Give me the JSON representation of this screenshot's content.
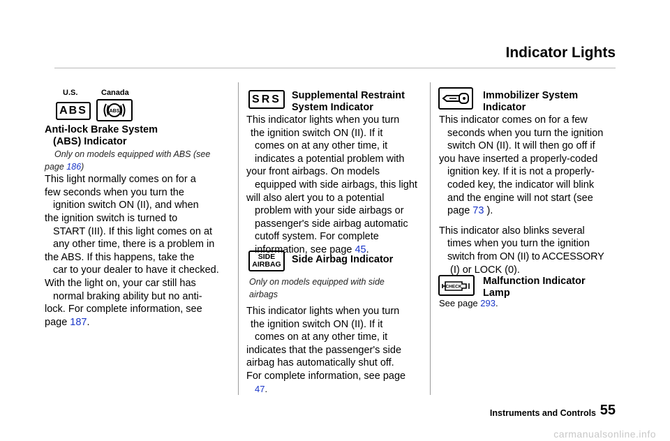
{
  "header": {
    "title": "Indicator Lights"
  },
  "abs_section": {
    "label_us": "U.S.",
    "label_canada": "Canada",
    "icon_text": "ABS",
    "canada_icon_text": "ABS",
    "title_line1": "Anti-lock Brake System",
    "title_line2": "(ABS) Indicator",
    "note_line1": "Only on models equipped with ABS (see",
    "note_line2_prefix": "page",
    "note_link": "186",
    "note_line2_suffix": ")",
    "body": [
      "This light normally comes on for a",
      "few seconds when you turn the",
      "ignition switch ON (II), and when",
      "the ignition switch is turned to",
      "START (III). If this light comes on at",
      "any other time, there is a problem in",
      "the ABS. If this happens, take the",
      "car to your dealer to have it checked.",
      "With the light on, your car still has",
      "normal braking ability but no anti-",
      "lock. For complete information, see"
    ],
    "last_prefix": "page",
    "last_link": "187",
    "last_suffix": "."
  },
  "srs_section": {
    "icon_text": "SRS",
    "title_line1": "Supplemental Restraint",
    "title_line2": "System Indicator",
    "body": [
      "This indicator lights when you turn",
      "the ignition switch ON (II). If it",
      "comes on at any other time, it",
      "indicates a potential problem with",
      "your front airbags. On models",
      "equipped with side airbags, this light",
      "will also alert you to a potential",
      "problem with your side airbags or",
      "passenger's side airbag automatic",
      "cutoff system. For complete"
    ],
    "last_prefix": "information, see page",
    "last_link": "45",
    "last_suffix": "."
  },
  "side_airbag_section": {
    "icon_line1": "SIDE",
    "icon_line2": "AIRBAG",
    "title": "Side Airbag Indicator",
    "note_line1": "Only on models equipped with side",
    "note_line2": "airbags",
    "body": [
      "This indicator lights when you turn",
      "the ignition switch ON (II). If it",
      "comes on at any other time, it",
      "indicates that the passenger's side",
      "airbag has automatically shut off.",
      "For complete information, see page"
    ],
    "last_link": "47",
    "last_suffix": "."
  },
  "immobilizer_section": {
    "title_line1": "Immobilizer System",
    "title_line2": "Indicator",
    "body": [
      "This indicator comes on for a few",
      "seconds when you turn the ignition",
      "switch ON (II). It will then go off if",
      "you have inserted a properly-coded",
      "ignition key. If it is not a properly-",
      "coded key, the indicator will blink",
      "and the engine will not start (see"
    ],
    "last_prefix": "page",
    "last_link": "73",
    "last_suffix": ").",
    "body2": [
      "This indicator also blinks several",
      "times when you turn the ignition",
      "switch from ON (II) to ACCESSORY",
      "(I) or LOCK (0)."
    ]
  },
  "malfunction_section": {
    "icon_text": "CHECK",
    "title_line1": "Malfunction Indicator",
    "title_line2": "Lamp",
    "see_prefix": "See page",
    "see_link": "293",
    "see_suffix": "."
  },
  "footer": {
    "section_label": "Instruments and Controls",
    "page_number": "55",
    "watermark": "carmanualsonline.info"
  }
}
